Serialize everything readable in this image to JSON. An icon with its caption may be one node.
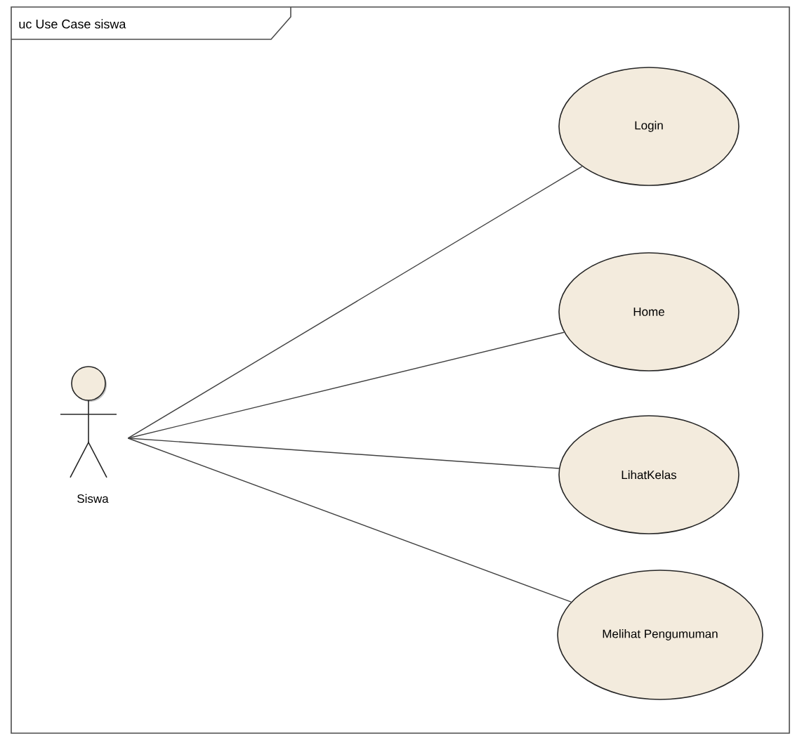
{
  "diagram": {
    "title": "uc Use Case siswa",
    "nodes": [
      {
        "text": [
          "Siswa"
        ]
      },
      {
        "text": [
          "Login"
        ]
      },
      {
        "text": [
          "Home"
        ]
      },
      {
        "text": [
          "LihatKelas"
        ]
      },
      {
        "text": [
          "Melihat Pengumuman"
        ]
      }
    ],
    "edges": [
      {
        "from": 0,
        "to": 1,
        "arrow": "none"
      },
      {
        "from": 0,
        "to": 2,
        "arrow": "none"
      },
      {
        "from": 0,
        "to": 3,
        "arrow": "none"
      },
      {
        "from": 0,
        "to": 4,
        "arrow": "none"
      }
    ]
  }
}
